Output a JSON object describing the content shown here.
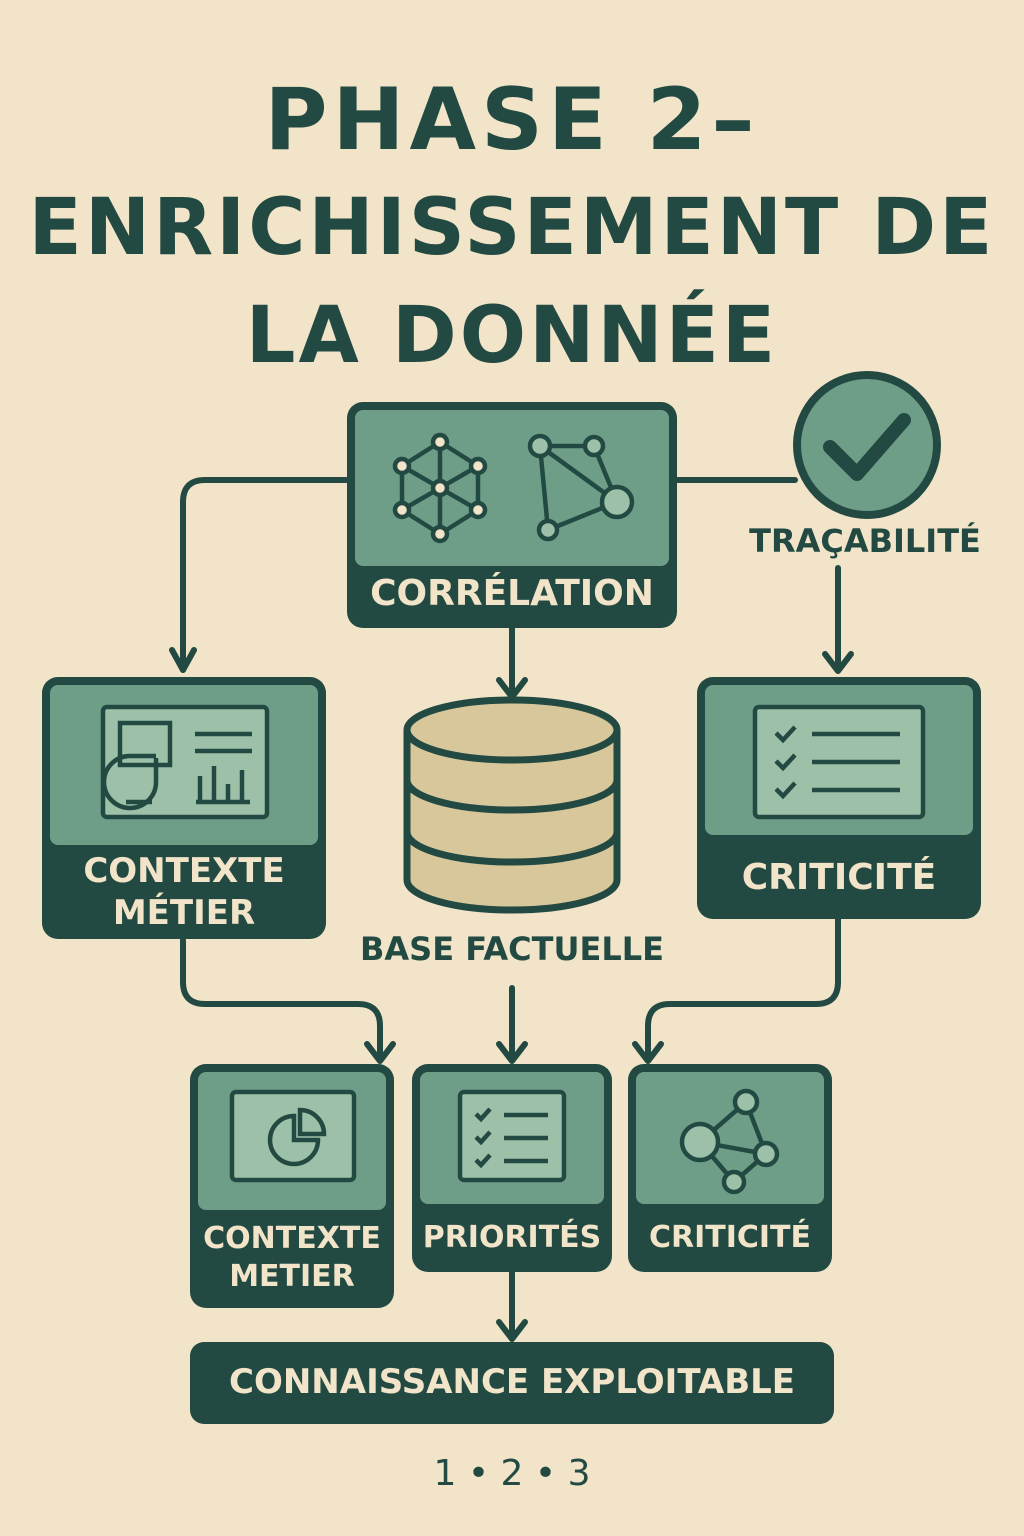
{
  "title": {
    "line1": "PHASE 2–",
    "line2": "ENRICHISSEMENT DE",
    "line3": "LA DONNÉE"
  },
  "top": {
    "correlation": "CORRÉLATION",
    "tracabilite": "TRAÇABILITÉ",
    "contexte_metier_line1": "CONTEXTE",
    "contexte_metier_line2": "MÉTIER",
    "criticite": "CRITICITÉ",
    "base_factuelle": "BASE FACTUELLE"
  },
  "bottom": {
    "contexte_line1": "CONTEXTE",
    "contexte_line2": "METIER",
    "priorites": "PRIORITÉS",
    "criticite": "CRITICITÉ",
    "connaissance": "CONNAISSANCE EXPLOITABLE"
  },
  "pagination": "1 • 2 • 3",
  "colors": {
    "background": "#f1e4c9",
    "dark_green": "#234a42",
    "mid_green": "#6f9e88",
    "light_green": "#9cc1a8",
    "database": "#d9c79c"
  }
}
